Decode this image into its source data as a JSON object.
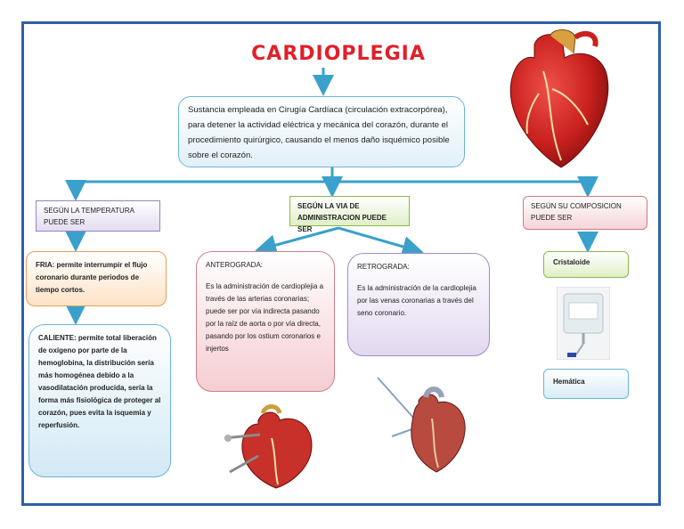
{
  "title": "CARDIOPLEGIA",
  "definition": "Sustancia empleada en Cirugía Cardíaca (circulación extracorpórea), para detener la actividad eléctrica y mecánica del corazón, durante el procedimiento quirúrgico, causando el menos daño isquémico posible sobre el corazón.",
  "branches": {
    "temperature": {
      "header": "SEGÚN LA TEMPERATURA PUEDE SER",
      "fria": "FRIA: permite interrumpir el flujo coronario durante periodos de tiempo cortos.",
      "caliente": "CALIENTE: permite total liberación de oxígeno por parte de la hemoglobina, la distribución sería más homogénea debido a la vasodilatación producida, sería la forma más fisiológica de proteger al corazón, pues evita la isquemia y reperfusión."
    },
    "route": {
      "header": "SEGÚN LA VIA DE ADMINISTRACION PUEDE SER",
      "anterograda_label": "ANTEROGRADA:",
      "anterograda_text": "Es la administración de cardioplejia a través de las arterias coronarias; puede ser por vía indirecta pasando por la raíz de aorta o por vía directa, pasando por los ostium coronarios e injertos",
      "retrograda_label": "RETROGRADA:",
      "retrograda_text": "Es la administración de la cardioplejia por las venas coronarias a través del seno coronario."
    },
    "composition": {
      "header": "SEGÚN SU COMPOSICION PUEDE SER",
      "cristaloide": "Cristaloide",
      "hematica": "Hemática"
    }
  },
  "colors": {
    "title": "#e0202a",
    "connector": "#3aa0cc",
    "frame": "#2e5fa8"
  }
}
